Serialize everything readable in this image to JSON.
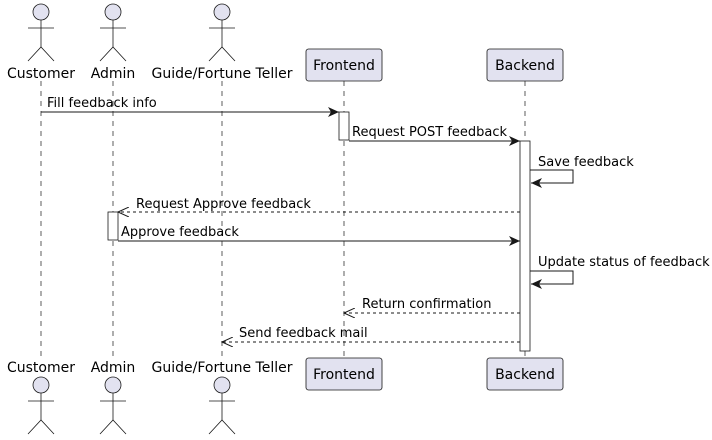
{
  "colors": {
    "participant_fill": "#e2e2f0",
    "participant_stroke": "#181818",
    "lifeline": "#181818",
    "activation_fill": "#ffffff",
    "arrow": "#181818",
    "text": "#000000"
  },
  "participants": [
    {
      "id": "customer",
      "kind": "actor",
      "label": "Customer"
    },
    {
      "id": "admin",
      "kind": "actor",
      "label": "Admin"
    },
    {
      "id": "guide",
      "kind": "actor",
      "label": "Guide/Fortune Teller"
    },
    {
      "id": "frontend",
      "kind": "box",
      "label": "Frontend"
    },
    {
      "id": "backend",
      "kind": "box",
      "label": "Backend"
    }
  ],
  "messages": [
    {
      "from": "customer",
      "to": "frontend",
      "label": "Fill feedback info",
      "style": "solid"
    },
    {
      "from": "frontend",
      "to": "backend",
      "label": "Request POST feedback",
      "style": "solid"
    },
    {
      "from": "backend",
      "to": "backend",
      "label": "Save feedback",
      "style": "self"
    },
    {
      "from": "backend",
      "to": "admin",
      "label": "Request Approve feedback",
      "style": "dashed"
    },
    {
      "from": "admin",
      "to": "backend",
      "label": "Approve feedback",
      "style": "solid"
    },
    {
      "from": "backend",
      "to": "backend",
      "label": "Update status of feedback",
      "style": "self"
    },
    {
      "from": "backend",
      "to": "frontend",
      "label": "Return confirmation",
      "style": "dashed"
    },
    {
      "from": "backend",
      "to": "guide",
      "label": "Send feedback mail",
      "style": "dashed"
    }
  ]
}
